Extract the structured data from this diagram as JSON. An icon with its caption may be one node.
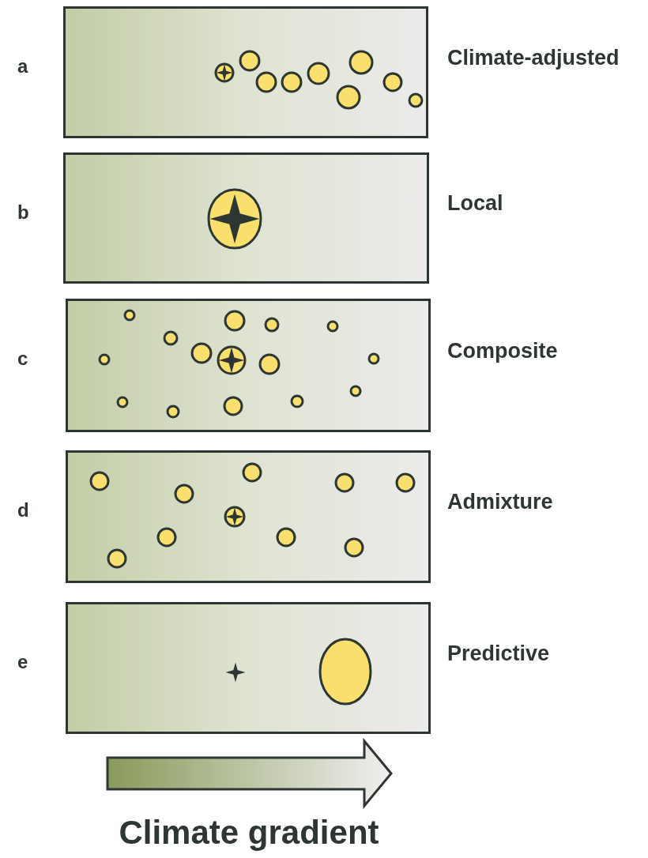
{
  "diagram": {
    "nodes": [
      {
        "text": [],
        "shape": "box",
        "beside": [
          "a",
          "Climate-adjusted"
        ]
      },
      {
        "text": [],
        "shape": "box",
        "beside": [
          "b",
          "Local"
        ]
      },
      {
        "text": [],
        "shape": "box",
        "beside": [
          "c",
          "Composite"
        ]
      },
      {
        "text": [],
        "shape": "box",
        "beside": [
          "d",
          "Admixture"
        ]
      },
      {
        "text": [],
        "shape": "box",
        "beside": [
          "e",
          "Predictive"
        ]
      }
    ],
    "labels": [
      "Climate gradient"
    ]
  }
}
